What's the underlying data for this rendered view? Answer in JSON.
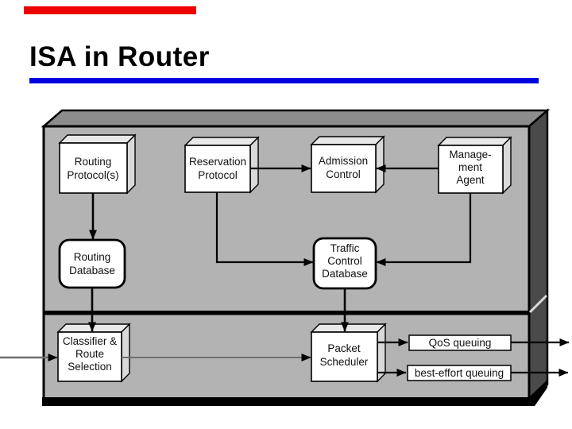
{
  "slide": {
    "title": "ISA in Router"
  },
  "colors": {
    "accent_bar": "#ee0000",
    "title_underline": "#0000e0",
    "slab_front": "#b3b3b3",
    "slab_top": "#8c8c8c",
    "slab_side": "#4a4a4a",
    "box_face": "#ffffff",
    "box_top_face": "#e8e8e8",
    "box_side_face": "#d9d9d9",
    "connector": "#000000"
  },
  "diagram": {
    "boxes": {
      "routing_protocols": {
        "type": "3d-box",
        "lines": [
          "Routing",
          "Protocol(s)"
        ]
      },
      "reservation_protocol": {
        "type": "3d-box",
        "lines": [
          "Reservation",
          "Protocol"
        ]
      },
      "admission_control": {
        "type": "3d-box",
        "lines": [
          "Admission",
          "Control"
        ]
      },
      "management_agent": {
        "type": "3d-box",
        "lines": [
          "Manage-",
          "ment",
          "Agent"
        ]
      },
      "routing_database": {
        "type": "rounded-box",
        "lines": [
          "Routing",
          "Database"
        ]
      },
      "traffic_control_database": {
        "type": "rounded-box",
        "lines": [
          "Traffic",
          "Control",
          "Database"
        ]
      },
      "classifier_route_selection": {
        "type": "3d-box",
        "lines": [
          "Classifier &",
          "Route",
          "Selection"
        ]
      },
      "packet_scheduler": {
        "type": "3d-box",
        "lines": [
          "Packet",
          "Scheduler"
        ]
      },
      "qos_queuing": {
        "type": "rect",
        "lines": [
          "QoS queuing"
        ]
      },
      "best_effort_queuing": {
        "type": "rect",
        "lines": [
          "best-effort queuing"
        ]
      }
    },
    "connections": [
      {
        "from": "Routing Protocol(s)",
        "to": "Routing Database"
      },
      {
        "from": "Routing Database",
        "to": "Classifier & Route Selection"
      },
      {
        "from": "Reservation Protocol",
        "to": "Admission Control"
      },
      {
        "from": "Reservation Protocol",
        "to": "Traffic Control Database"
      },
      {
        "from": "Management Agent",
        "to": "Admission Control"
      },
      {
        "from": "Management Agent",
        "to": "Traffic Control Database"
      },
      {
        "from": "Traffic Control Database",
        "to": "Packet Scheduler"
      },
      {
        "from": "input (left edge)",
        "to": "Classifier & Route Selection"
      },
      {
        "from": "Classifier & Route Selection",
        "to": "Packet Scheduler"
      },
      {
        "from": "Packet Scheduler",
        "to": "QoS queuing"
      },
      {
        "from": "Packet Scheduler",
        "to": "best-effort queuing"
      },
      {
        "from": "QoS queuing",
        "to": "output (right edge)"
      },
      {
        "from": "best-effort queuing",
        "to": "output (right edge)"
      }
    ]
  }
}
